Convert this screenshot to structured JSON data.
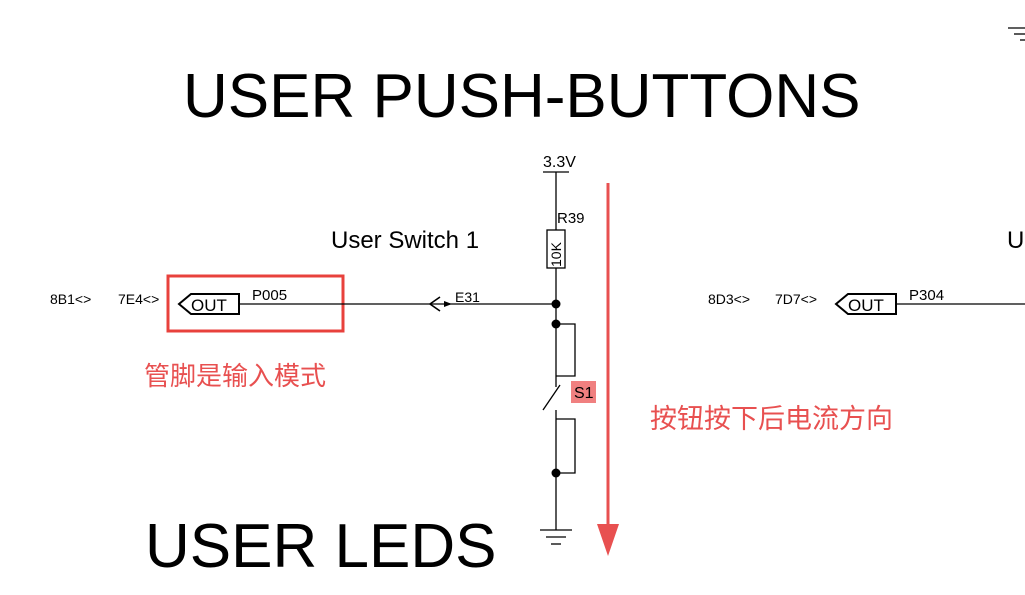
{
  "headings": {
    "push_buttons": "USER PUSH-BUTTONS",
    "leds": "USER LEDS"
  },
  "switch1": {
    "label": "User Switch 1",
    "ref_a": "8B1<>",
    "ref_b": "7E4<>",
    "port": "OUT",
    "pin": "P005",
    "net": "E31",
    "power": "3.3V",
    "resistor_ref": "R39",
    "resistor_value": "10K",
    "switch_ref": "S1"
  },
  "switch2": {
    "label_partial": "U",
    "ref_a": "8D3<>",
    "ref_b": "7D7<>",
    "port": "OUT",
    "pin": "P304"
  },
  "annotations": {
    "input_mode": "管脚是输入模式",
    "current_direction": "按钮按下后电流方向",
    "color": "#e85050",
    "highlight_box_color": "#e8413c",
    "switch_label_bg": "#f08080"
  }
}
